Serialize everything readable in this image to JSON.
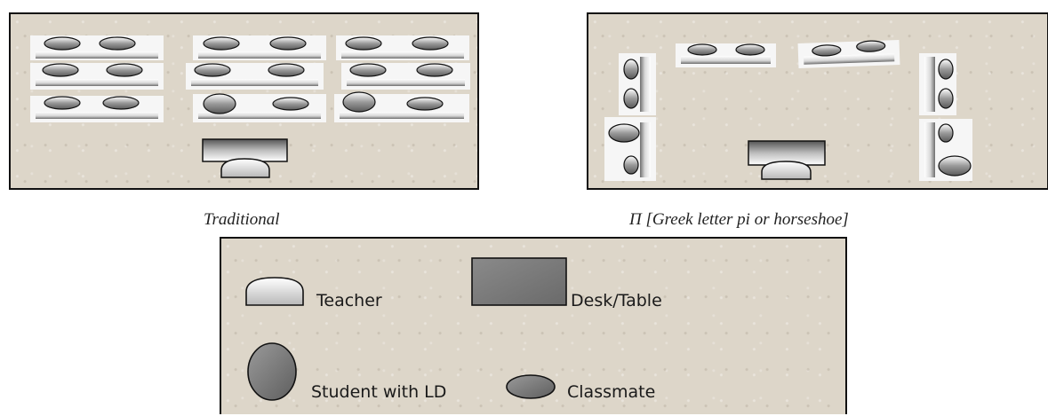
{
  "captions": {
    "traditional": "Traditional",
    "horseshoe": "Π [Greek letter pi or horseshoe]"
  },
  "legend": {
    "items": [
      {
        "label": "Teacher",
        "icon": "teacher-icon"
      },
      {
        "label": "Desk/Table",
        "icon": "desk-icon"
      },
      {
        "label": "Student with LD",
        "icon": "student-ld-icon"
      },
      {
        "label": "Classmate",
        "icon": "classmate-icon"
      }
    ]
  },
  "colors": {
    "panel_background": "#ddd6c9",
    "desk_gray": "#7a7a7a",
    "desk_white": "#ffffff",
    "outline": "#111111"
  }
}
